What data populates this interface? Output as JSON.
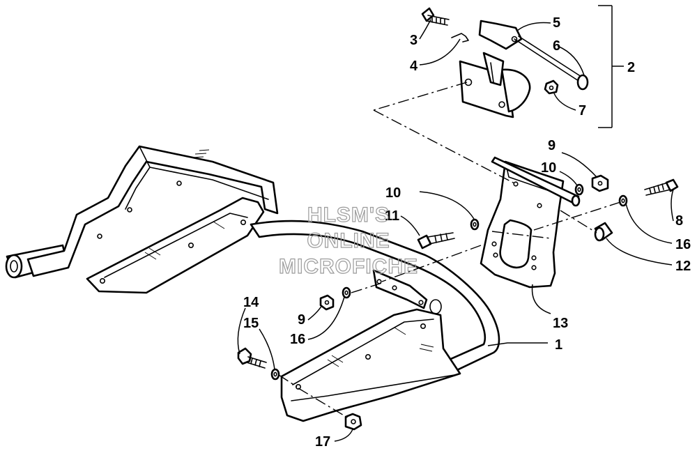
{
  "watermark": {
    "lines": [
      "HLSM'S",
      "ONLINE",
      "MICROFICHE"
    ]
  },
  "callouts": {
    "c1": "1",
    "c2": "2",
    "c3": "3",
    "c4": "4",
    "c5": "5",
    "c6": "6",
    "c7": "7",
    "c8": "8",
    "c9a": "9",
    "c9b": "9",
    "c10a": "10",
    "c10b": "10",
    "c11": "11",
    "c12": "12",
    "c13": "13",
    "c14": "14",
    "c15": "15",
    "c16a": "16",
    "c16b": "16",
    "c17": "17"
  },
  "colors": {
    "line": "#000000",
    "watermark": "#9a9a9a",
    "background": "#ffffff"
  }
}
